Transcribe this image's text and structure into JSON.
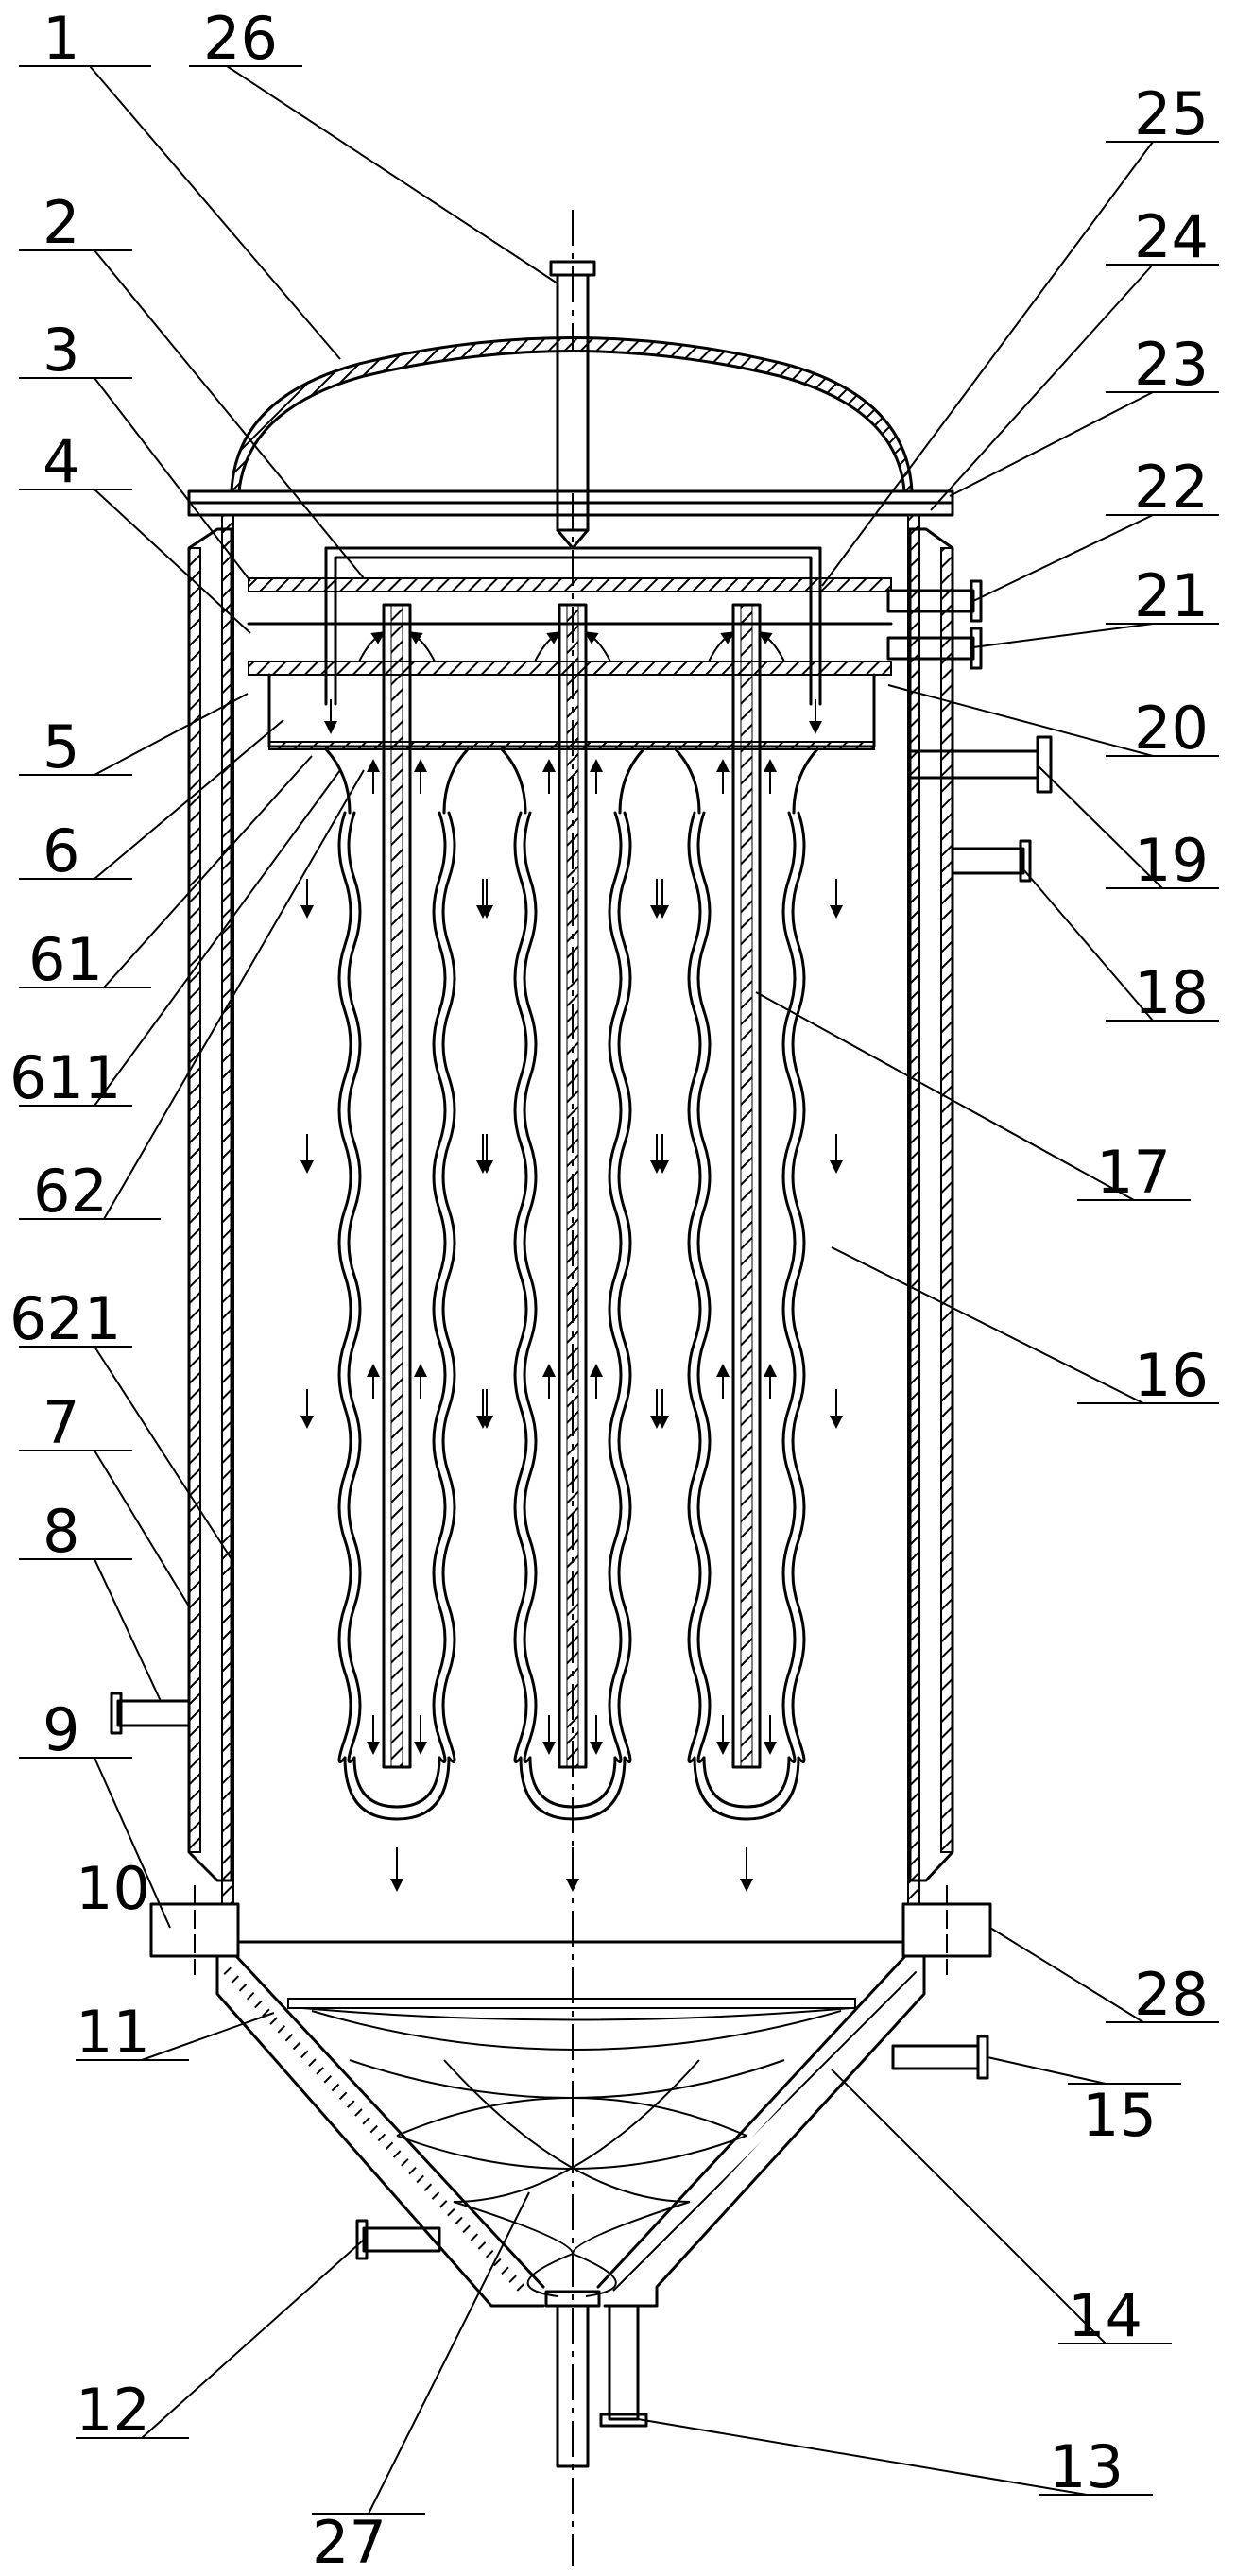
{
  "figure": {
    "labels": {
      "l1": "1",
      "l2": "2",
      "l3": "3",
      "l4": "4",
      "l5": "5",
      "l6": "6",
      "l61": "61",
      "l611": "611",
      "l62": "62",
      "l621": "621",
      "l7": "7",
      "l8": "8",
      "l9": "9",
      "l10": "10",
      "l11": "11",
      "l12": "12",
      "l13": "13",
      "l14": "14",
      "l15": "15",
      "l16": "16",
      "l17": "17",
      "l18": "18",
      "l19": "19",
      "l20": "20",
      "l21": "21",
      "l22": "22",
      "l23": "23",
      "l24": "24",
      "l25": "25",
      "l26": "26",
      "l27": "27",
      "l28": "28"
    }
  }
}
